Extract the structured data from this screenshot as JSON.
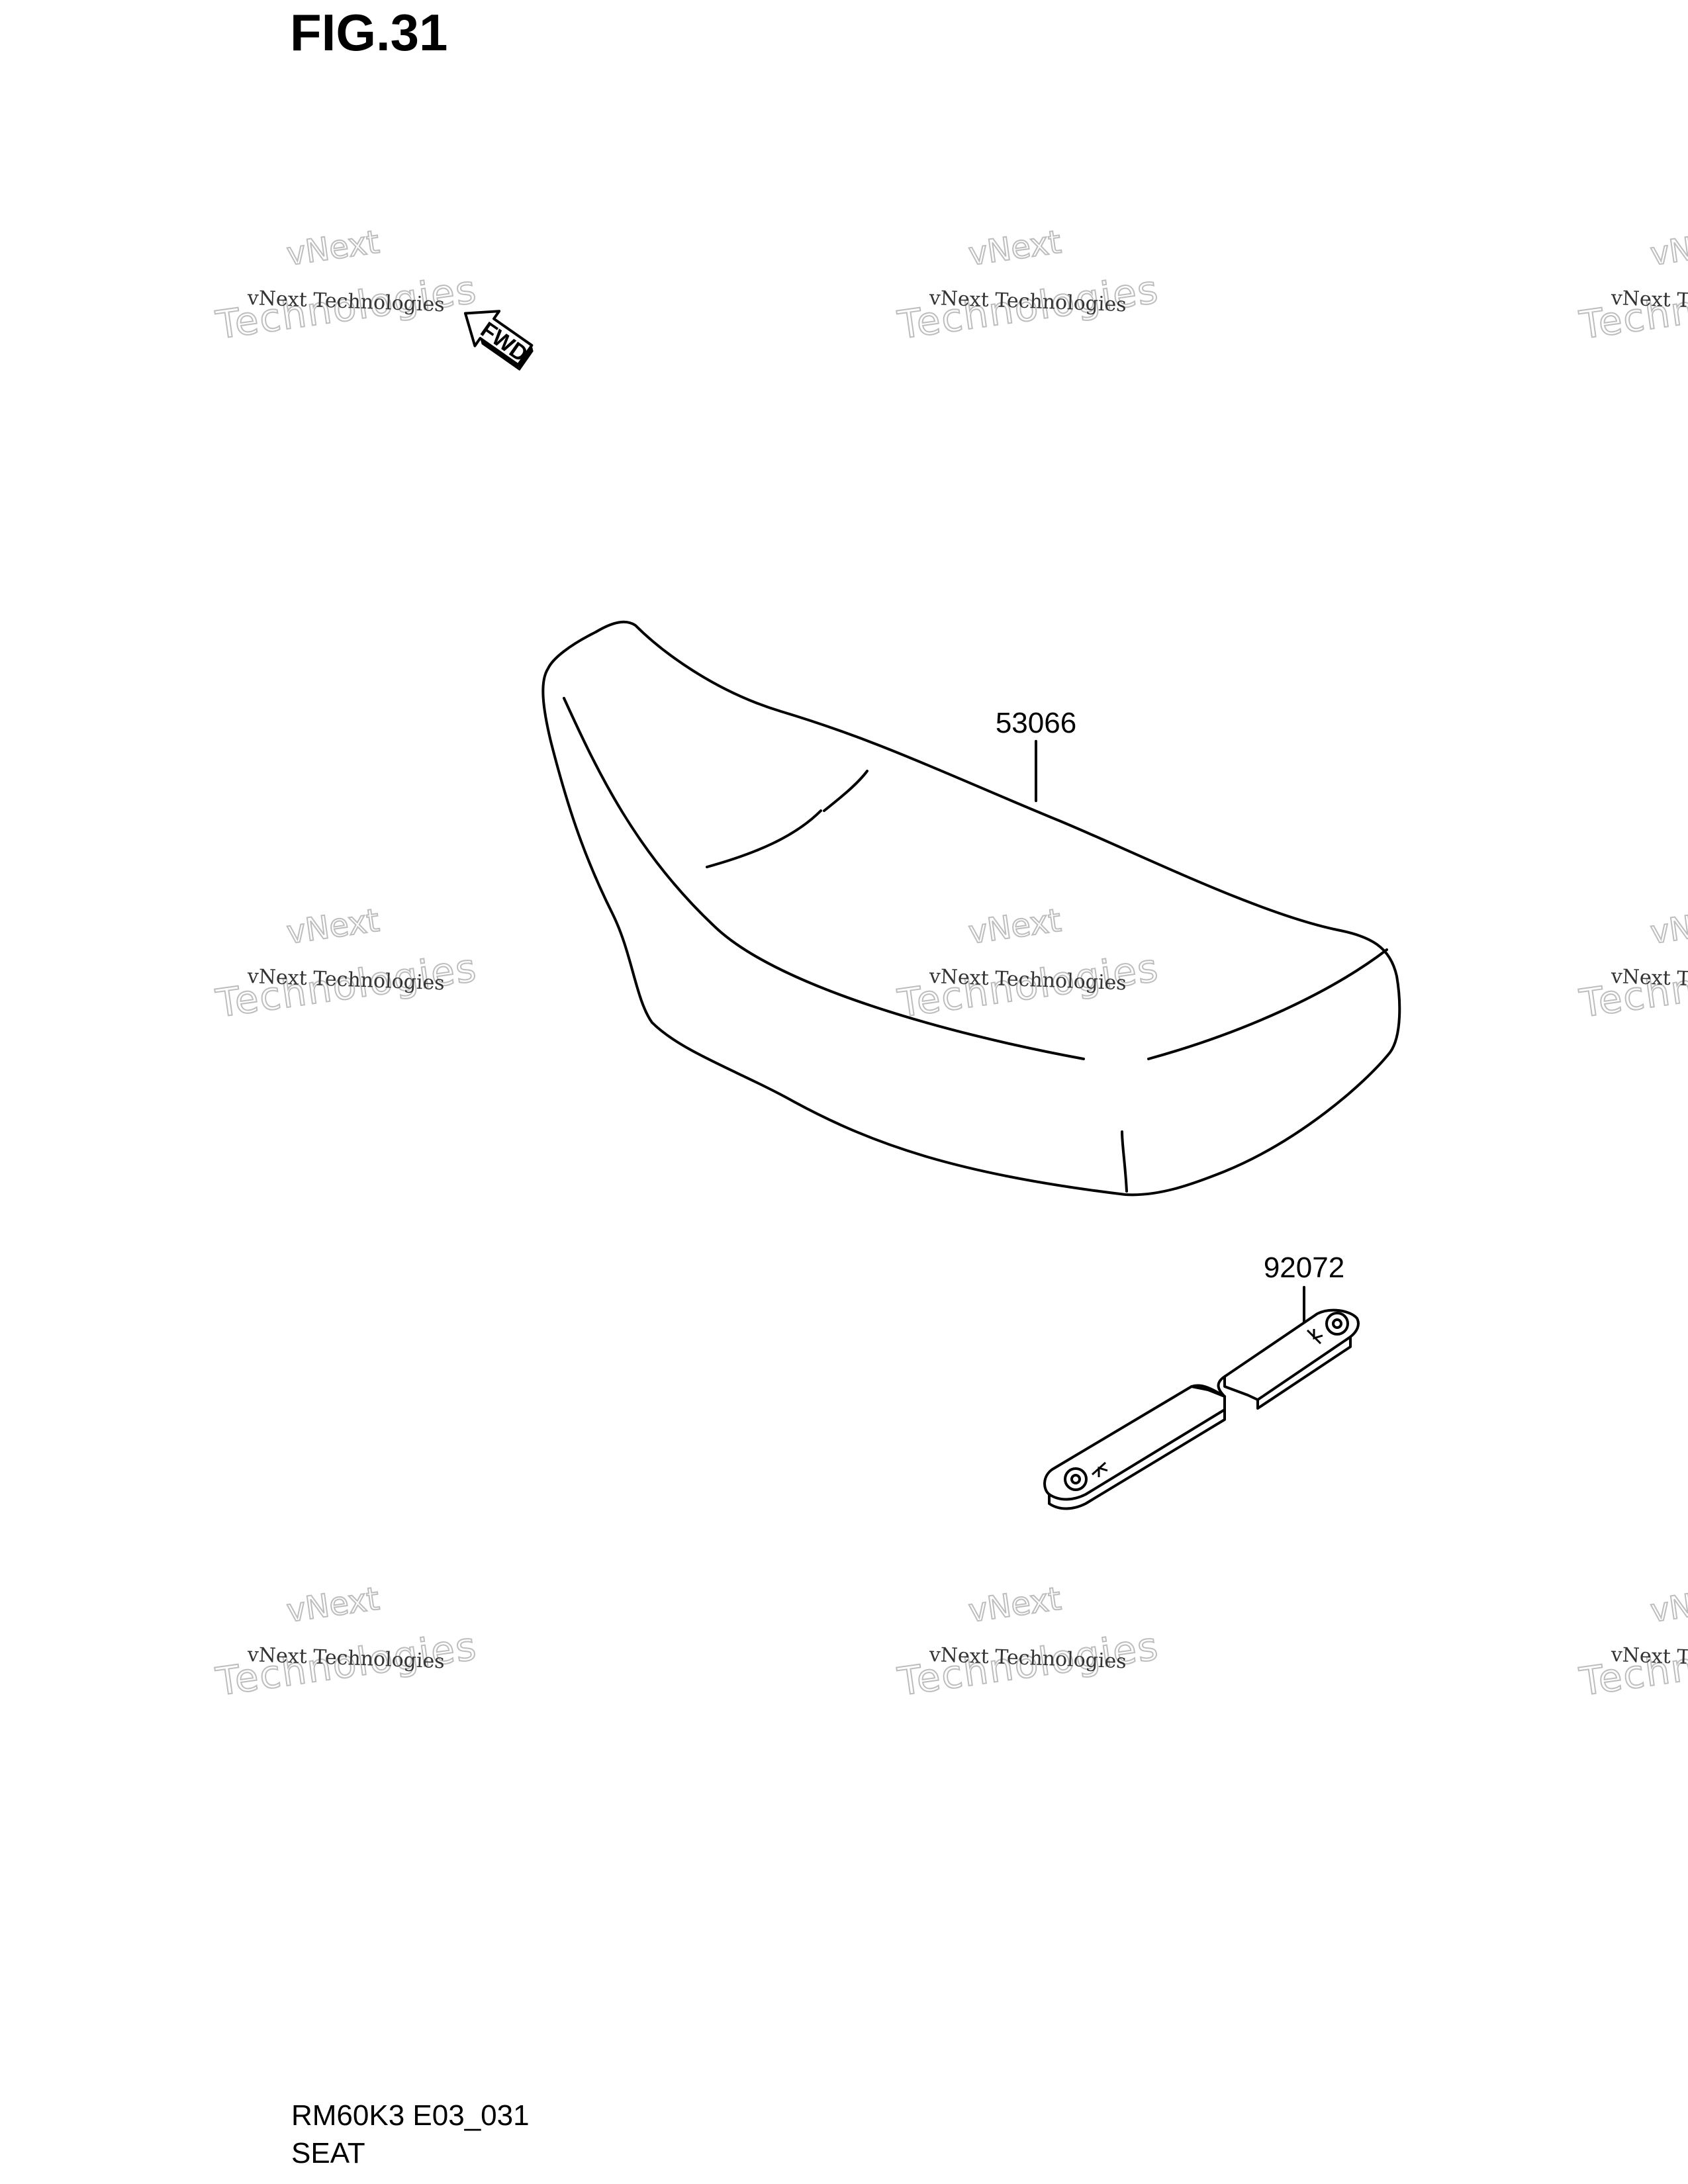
{
  "figure": {
    "title": "FIG.31"
  },
  "footer": {
    "code": "RM60K3 E03_031",
    "name": "SEAT"
  },
  "fwd_arrow": {
    "label": "FWD"
  },
  "parts": [
    {
      "number": "53066",
      "name": "seat"
    },
    {
      "number": "92072",
      "name": "strap"
    }
  ],
  "watermark": {
    "line1": "vNext Technologies",
    "line2": "Technologies",
    "line3": "vNext"
  }
}
